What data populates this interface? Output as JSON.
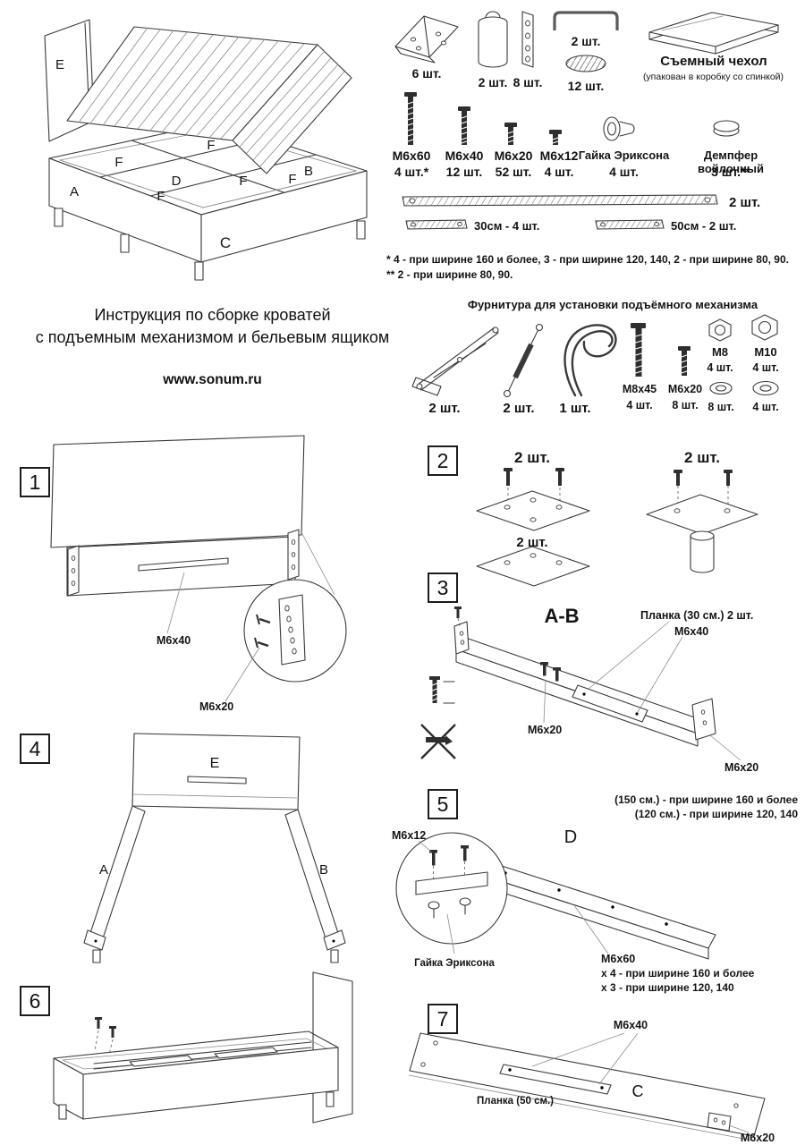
{
  "title": {
    "line1": "Инструкция по сборке кроватей",
    "line2": "с подъемным механизмом и бельевым ящиком",
    "website": "www.sonum.ru"
  },
  "overview": {
    "e": "E",
    "f": "F",
    "d": "D",
    "a": "A",
    "b": "B",
    "c": "C"
  },
  "hardware": {
    "bracket_qty": "6 шт.",
    "leg_qty": "2 шт.",
    "plate_qty": "8 шт.",
    "handle_qty": "2 шт.",
    "washer_qty": "12 шт.",
    "cover_title": "Съемный чехол",
    "cover_note": "(упакован в коробку со спинкой)",
    "bolts": [
      {
        "name": "М6х60",
        "qty": "4 шт.*"
      },
      {
        "name": "М6х40",
        "qty": "12 шт."
      },
      {
        "name": "М6х20",
        "qty": "52 шт."
      },
      {
        "name": "М6х12",
        "qty": "4 шт."
      }
    ],
    "nut_name": "Гайка Эриксона",
    "nut_qty": "4 шт.",
    "damper_name": "Демпфер войлочный",
    "damper_qty": "3 шт.**",
    "long_bar_qty": "2 шт.",
    "bar30_label": "30см - 4 шт.",
    "bar50_label": "50см - 2 шт.",
    "note1": "* 4 - при ширине 160 и более, 3 - при ширине 120, 140, 2 - при ширине 80, 90.",
    "note2": "** 2 - при ширине 80, 90."
  },
  "lift": {
    "title": "Фурнитура для установки подъёмного механизма",
    "mech_qty": "2 шт.",
    "strut_qty": "2 шт.",
    "strap_qty": "1 шт.",
    "bolt1_name": "М8х45",
    "bolt1_qty": "4 шт.",
    "bolt2_name": "М6х20",
    "bolt2_qty": "8 шт.",
    "nut1_name": "М8",
    "nut1_qty": "4 шт.",
    "nut2_name": "М10",
    "nut2_qty": "4 шт.",
    "washer1_qty": "8 шт.",
    "washer2_qty": "4 шт."
  },
  "steps": {
    "s1": {
      "num": "1",
      "m6x40": "М6х40",
      "m6x20": "М6х20"
    },
    "s2": {
      "num": "2",
      "qty_top_left": "2 шт.",
      "qty_mid": "2 шт.",
      "qty_top_right": "2 шт."
    },
    "s3": {
      "num": "3",
      "title": "А-В",
      "plank": "Планка (30 см.) 2 шт.",
      "m6x40": "М6х40",
      "m6x20_mid": "М6х20",
      "m6x20_end": "М6х20"
    },
    "s4": {
      "num": "4",
      "e": "E",
      "a": "A",
      "b": "B"
    },
    "s5": {
      "num": "5",
      "note1": "(150 см.) - при ширине 160 и более",
      "note2": "(120 см.) - при ширине 120, 140",
      "d": "D",
      "m6x12": "М6х12",
      "nut": "Гайка Эриксона",
      "m6x60": "М6х60",
      "m6x60_note1": "х 4 - при ширине 160 и более",
      "m6x60_note2": "х 3 - при ширине 120, 140"
    },
    "s6": {
      "num": "6"
    },
    "s7": {
      "num": "7",
      "m6x40": "М6х40",
      "plank": "Планка (50 см.)",
      "c": "С",
      "m6x20": "М6х20"
    }
  }
}
